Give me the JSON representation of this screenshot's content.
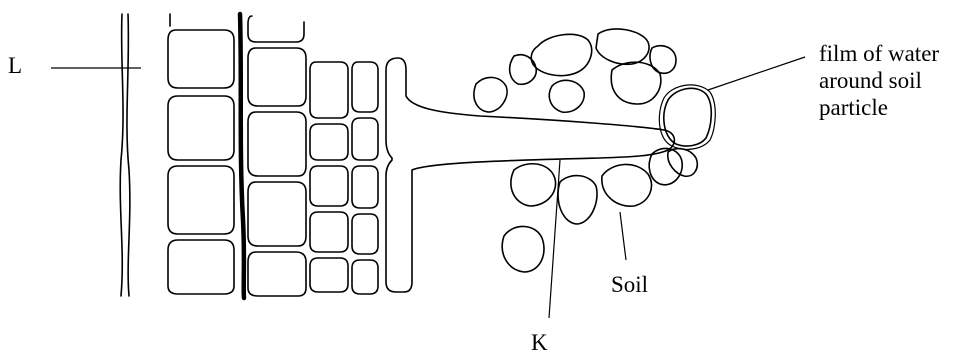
{
  "labels": {
    "L": "L",
    "K": "K",
    "soil": "Soil",
    "film_line1": "film of water",
    "film_line2": "around soil",
    "film_line3": "particle"
  }
}
